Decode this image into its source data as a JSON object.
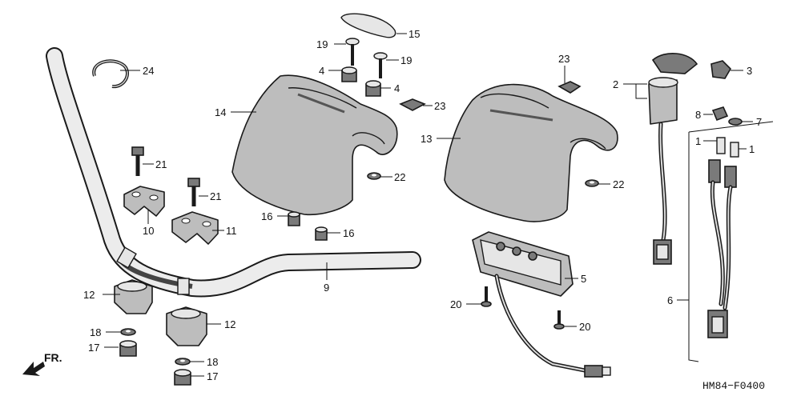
{
  "callouts": {
    "c1a": "1",
    "c1b": "1",
    "c2": "2",
    "c3": "3",
    "c4a": "4",
    "c4b": "4",
    "c5": "5",
    "c6": "6",
    "c7": "7",
    "c8": "8",
    "c9": "9",
    "c10": "10",
    "c11": "11",
    "c12a": "12",
    "c12b": "12",
    "c13": "13",
    "c14": "14",
    "c15": "15",
    "c16a": "16",
    "c16b": "16",
    "c17a": "17",
    "c17b": "17",
    "c18a": "18",
    "c18b": "18",
    "c19a": "19",
    "c19b": "19",
    "c20a": "20",
    "c20b": "20",
    "c21a": "21",
    "c21b": "21",
    "c22a": "22",
    "c22b": "22",
    "c23a": "23",
    "c23b": "23",
    "c24": "24"
  },
  "front_marker": "FR.",
  "diagram_code": "HM84−F0400"
}
